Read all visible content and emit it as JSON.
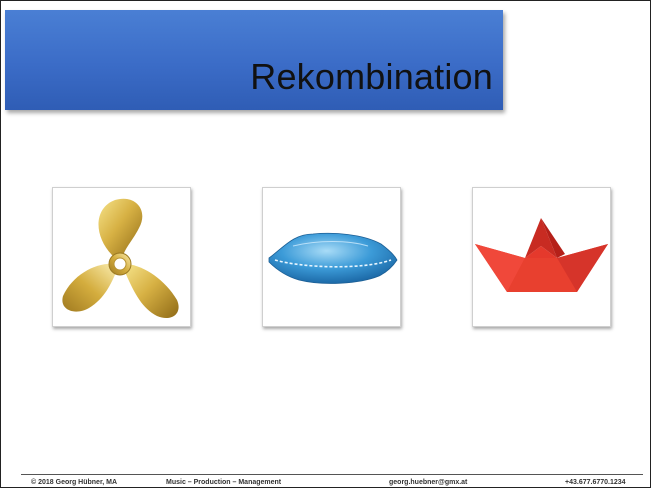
{
  "slide": {
    "title": "Rekombination",
    "images": [
      {
        "name": "propeller"
      },
      {
        "name": "air-cushion"
      },
      {
        "name": "paper-boat"
      }
    ]
  },
  "footer": {
    "copyright": "© 2018 Georg Hübner, MA",
    "tagline": "Music – Production – Management",
    "email": "georg.huebner@gmx.at",
    "phone": "+43.677.6770.1234"
  },
  "colors": {
    "title_bar": "#3b6cc7",
    "propeller": "#d9b84a",
    "cushion": "#3a9ad6",
    "boat": "#e03a2e"
  }
}
